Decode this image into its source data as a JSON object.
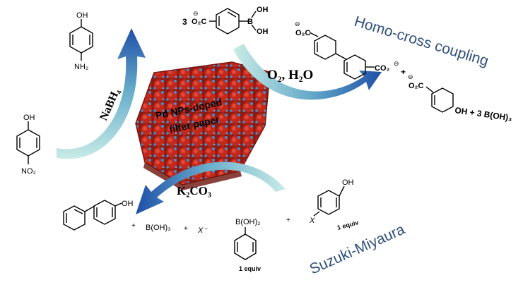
{
  "paper_label": [
    "Pd NPs-doped",
    "filter paper"
  ],
  "top_reaction": {
    "coefficient": "3",
    "reagent_group": "O₂C",
    "boronic_B": "B",
    "boronic_OH1": "OH",
    "boronic_OH2": "OH",
    "conditions": "O₂, H₂O",
    "title": "Homo-cross coupling",
    "product_co2": "O₂C",
    "product_co2_right": "CO₂",
    "plus": "+",
    "phenol_side_acid": "O₂C",
    "byproduct": "OH + 3 B(OH)₃"
  },
  "left_reaction": {
    "reagent": "NaBH₄",
    "start_oh": "OH",
    "start_group": "NO₂",
    "product_oh": "OH",
    "product_group": "NH₂"
  },
  "bottom_reaction": {
    "base": "K₂CO₃",
    "product_oh": "OH",
    "plus1": "+",
    "byproduct1": "B(OH)₃",
    "plus2": "+",
    "byproduct2": "X⁻",
    "boronic": "B(OH)₂",
    "boronic_equiv": "1 equiv",
    "plus3": "+",
    "halide_x": "X",
    "phenol_oh": "OH",
    "phenol_equiv": "1 equiv",
    "title": "Suzuki-Miyaura"
  },
  "colors": {
    "arrow_blue": "#1f4fa8",
    "arrow_teal": "#a9dcd6",
    "paper_red": "#b02218",
    "paper_blue": "#3f8fd0",
    "title_blue": "#2f4f78"
  }
}
